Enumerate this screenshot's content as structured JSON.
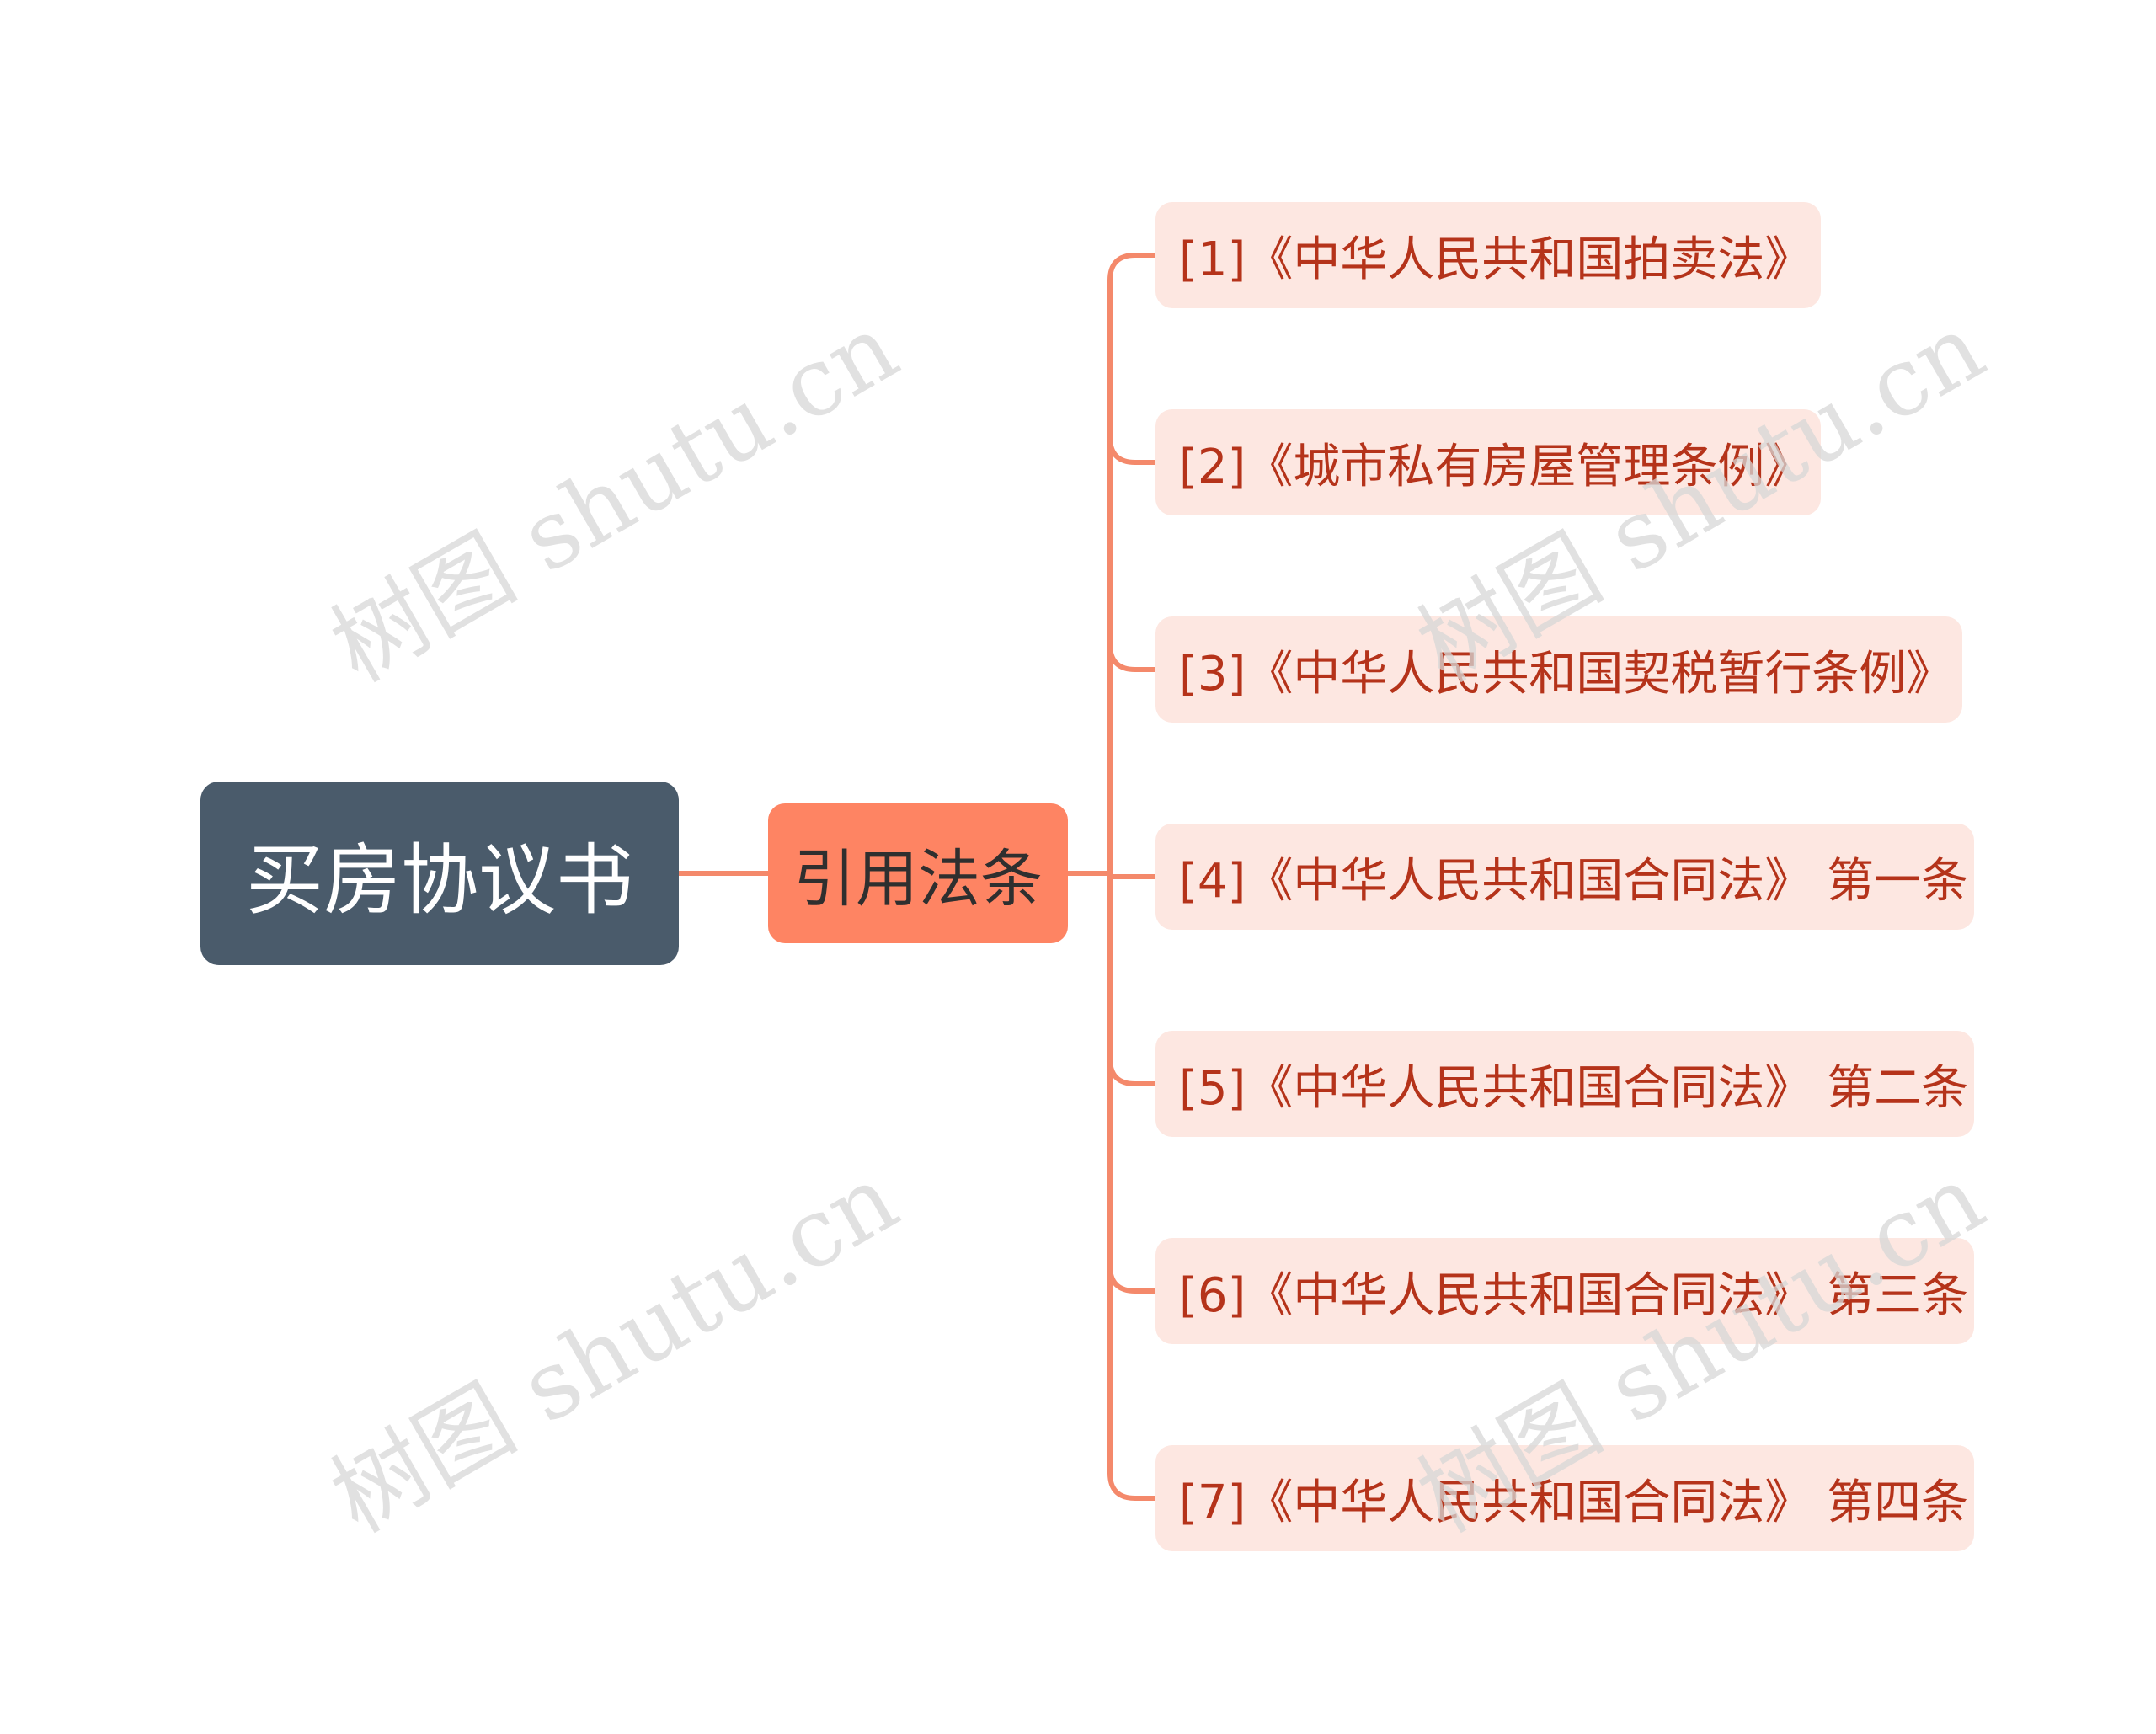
{
  "colors": {
    "root_bg": "#4a5b6b",
    "mid_bg": "#fe8463",
    "line": "#f4896b",
    "leaf_bg": "#fde7e1",
    "leaf_text": "#b5331a"
  },
  "root": {
    "label": "买房协议书"
  },
  "branch": {
    "label": "引用法条"
  },
  "leaves": [
    {
      "label": "[1]《中华人民共和国拍卖法》"
    },
    {
      "label": "[2]《城市私有房屋管理条例》"
    },
    {
      "label": "[3]《中华人民共和国契税暂行条例》"
    },
    {
      "label": "[4]《中华人民共和国合同法》 第一条"
    },
    {
      "label": "[5]《中华人民共和国合同法》 第二条"
    },
    {
      "label": "[6]《中华人民共和国合同法》 第三条"
    },
    {
      "label": "[7]《中华人民共和国合同法》 第四条"
    }
  ],
  "watermark": {
    "text": "树图 shutu.cn"
  }
}
